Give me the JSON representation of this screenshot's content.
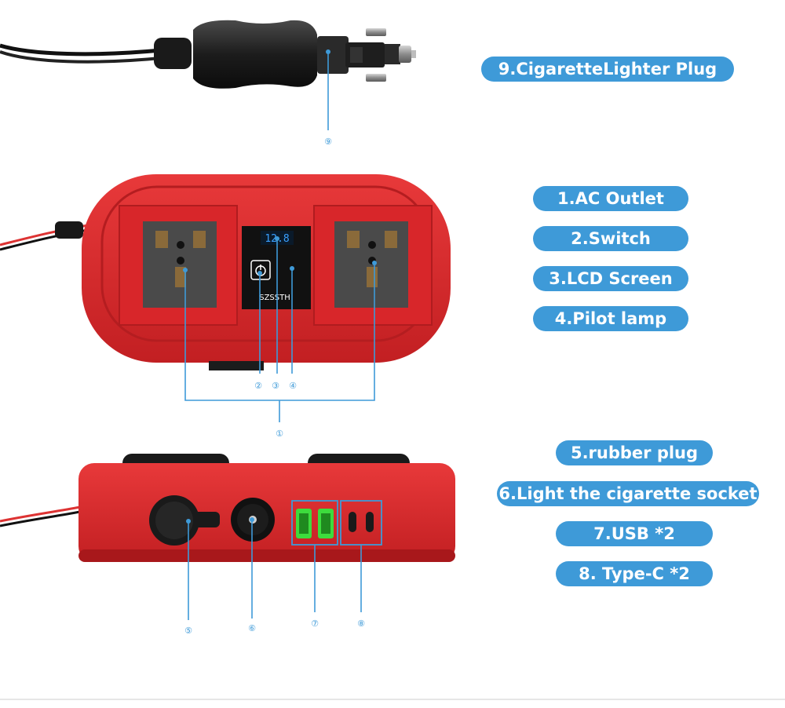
{
  "labels": {
    "cigarette_lighter_plug": "9.CigaretteLighter Plug",
    "ac_outlet": "1.AC Outlet",
    "switch": "2.Switch",
    "lcd_screen": "3.LCD Screen",
    "pilot_lamp": "4.Pilot lamp",
    "rubber_plug": "5.rubber plug",
    "cigarette_socket": "6.Light the cigarette socket",
    "usb": "7.USB *2",
    "type_c": "8. Type-C *2"
  },
  "markers": {
    "m1": "①",
    "m2": "②",
    "m3": "③",
    "m4": "④",
    "m5": "⑤",
    "m6": "⑥",
    "m7": "⑦",
    "m8": "⑧",
    "m9": "⑨"
  },
  "device": {
    "brand": "SZSSTH",
    "lcd_reading": "12.8"
  },
  "colors": {
    "label_pill": "#3e9ad8",
    "device_red": "#d8262a",
    "socket_gray": "#4a4a4a",
    "usb_green": "#3ddc3d"
  }
}
